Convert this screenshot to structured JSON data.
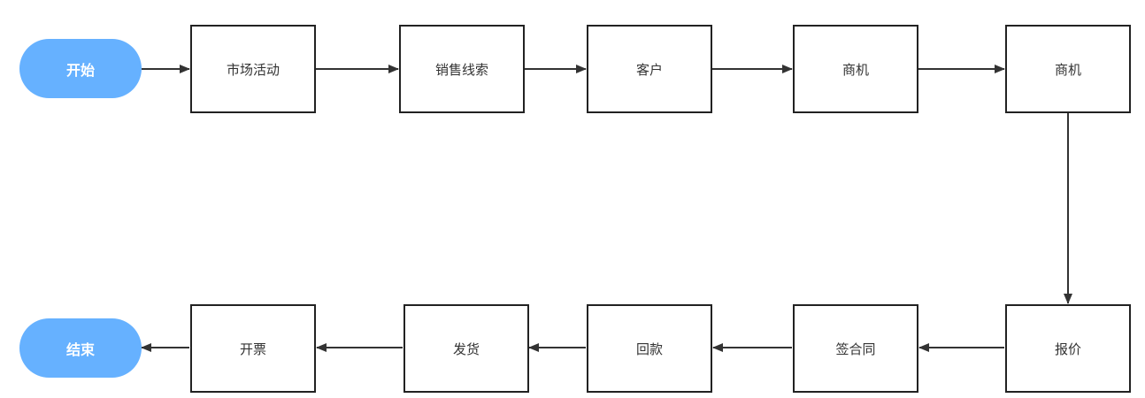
{
  "colors": {
    "terminal_fill": "#66b1ff",
    "terminal_text": "#ffffff",
    "box_border": "#222222",
    "arrow": "#333333"
  },
  "flowchart": {
    "start": "开始",
    "end": "结束",
    "top_row": [
      "市场活动",
      "销售线索",
      "客户",
      "商机",
      "商机"
    ],
    "bottom_row": [
      "报价",
      "签合同",
      "回款",
      "发货",
      "开票"
    ]
  }
}
